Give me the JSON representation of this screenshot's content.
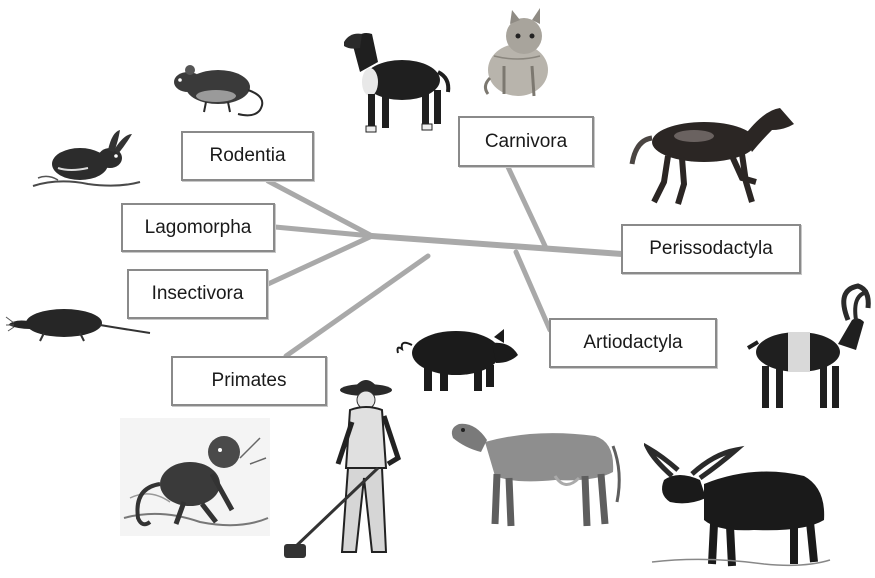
{
  "orders": {
    "rodentia": "Rodentia",
    "lagomorpha": "Lagomorpha",
    "insectivora": "Insectivora",
    "primates": "Primates",
    "carnivora": "Carnivora",
    "perissodactyla": "Perissodactyla",
    "artiodactyla": "Artiodactyla"
  },
  "colors": {
    "branch": "#a9a9a9",
    "box_border": "#8a8a8a",
    "ink": "#1f1f1f"
  }
}
